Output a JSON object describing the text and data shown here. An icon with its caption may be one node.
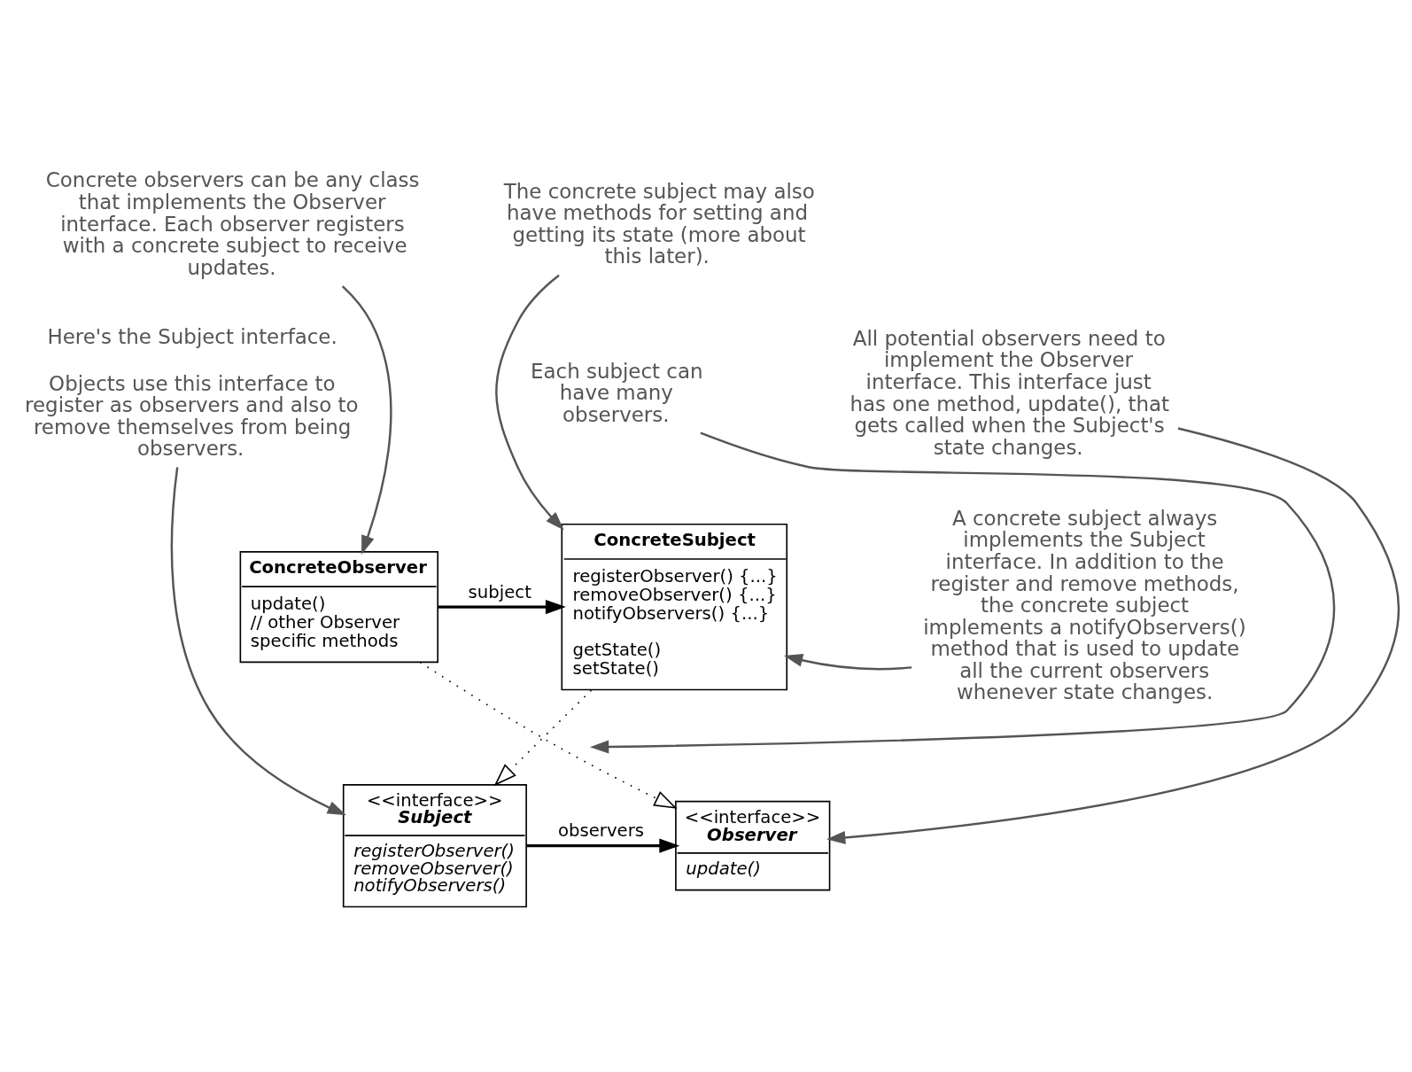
{
  "diagram": {
    "nodes": [
      {
        "text": [
          "<<interface>>",
          "Subject",
          "registerObserver()",
          "removeObserver()",
          "notifyObservers()"
        ]
      },
      {
        "text": [
          "<<interface>>",
          "Observer",
          "update()"
        ]
      },
      {
        "text": [
          "ConcreteSubject",
          "registerObserver() {...}",
          "removeObserver() {...}",
          "notifyObservers() {...}",
          "getState()",
          "setState()"
        ]
      },
      {
        "text": [
          "ConcreteObserver",
          "update()",
          "// other Observer specific methods"
        ]
      },
      {
        "text": [
          "Here's the Subject interface.",
          "Objects use this interface to register as observers and also to remove themselves from being observers."
        ]
      },
      {
        "text": [
          "Each subject can have many observers."
        ]
      },
      {
        "text": [
          "All potential observers need to implement the Observer interface. This interface just has one method, update(), that gets called when the Subject's state changes."
        ]
      },
      {
        "text": [
          "A concrete subject always implements the Subject interface. In addition to the register and remove methods, the concrete subject implements a notifyObservers() method that is used to update all the current observers whenever state changes."
        ]
      },
      {
        "text": [
          "The concrete subject may also have methods for setting and getting its state (more about this later)."
        ]
      },
      {
        "text": [
          "Concrete observers can be any class that implements the Observer interface. Each observer registers with a concrete subject to receive updates."
        ]
      }
    ],
    "edges": [
      {
        "from": 0,
        "to": 1,
        "arrow": "to",
        "label": "observers",
        "color": "#000000"
      },
      {
        "from": 2,
        "to": 0,
        "arrow": "to",
        "style": "dashed",
        "color": "#000000"
      },
      {
        "from": 3,
        "to": 1,
        "arrow": "to",
        "style": "dashed",
        "color": "#000000"
      },
      {
        "from": 3,
        "to": 2,
        "arrow": "to",
        "label": "subject",
        "color": "#000000"
      },
      {
        "from": 4,
        "to": 0,
        "arrow": "to"
      },
      {
        "from": 5,
        "to": null,
        "arrow": "to"
      },
      {
        "from": 6,
        "to": 1,
        "arrow": "to"
      },
      {
        "from": 7,
        "to": 2,
        "arrow": "to"
      },
      {
        "from": 8,
        "to": 2,
        "arrow": "to"
      },
      {
        "from": 9,
        "to": 3,
        "arrow": "to"
      }
    ]
  }
}
